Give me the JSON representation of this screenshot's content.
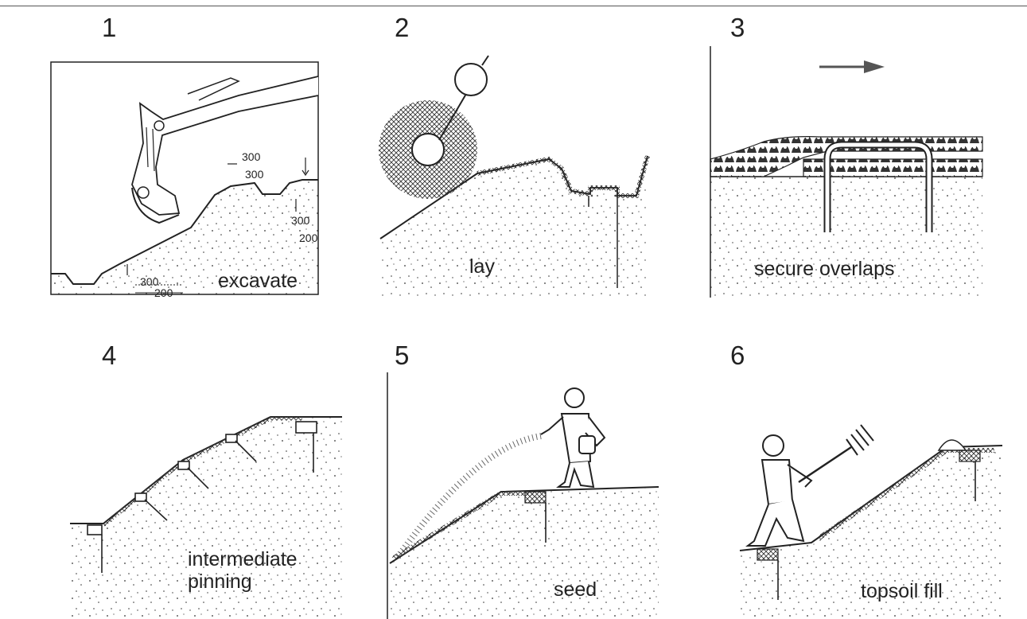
{
  "steps": [
    {
      "number": "1",
      "caption": "excavate",
      "dimensions": [
        "300",
        "300",
        "300",
        "200",
        "300",
        "200"
      ]
    },
    {
      "number": "2",
      "caption": "lay"
    },
    {
      "number": "3",
      "caption": "secure overlaps"
    },
    {
      "number": "4",
      "caption_line1": "intermediate",
      "caption_line2": "pinning",
      "number_label": "4"
    },
    {
      "number": "5",
      "caption": "seed"
    },
    {
      "number": "6",
      "caption": "topsoil fill"
    }
  ]
}
